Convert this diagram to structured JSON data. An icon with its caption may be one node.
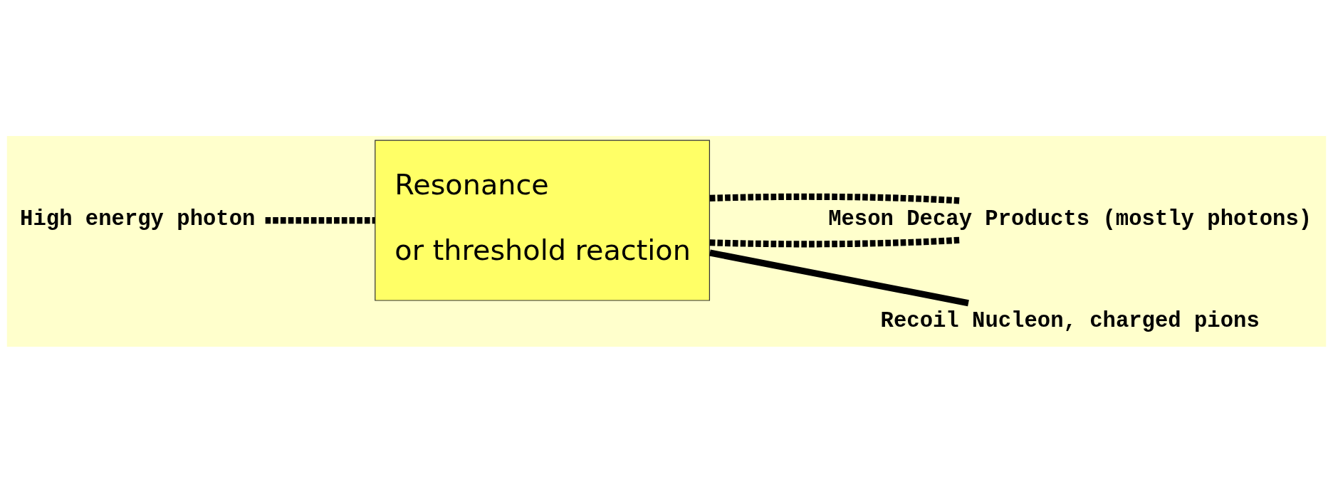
{
  "diagram": {
    "nodes": [
      {
        "text": [
          "Meson Decay Products (mostly photons)"
        ]
      },
      {
        "text": [
          "Resonance",
          "or threshold reaction"
        ]
      },
      {
        "text": [
          "High energy photon"
        ]
      },
      {
        "text": [
          "Recoil Nucleon, charged pions"
        ]
      }
    ],
    "edges": [
      {
        "from": 2,
        "to": 1,
        "arrow": "none",
        "style": "dashed"
      },
      {
        "from": 1,
        "to": 0,
        "arrow": "none",
        "style": "dashed"
      },
      {
        "from": 1,
        "to": 0,
        "arrow": "none",
        "style": "dashed"
      },
      {
        "from": 1,
        "to": 3,
        "arrow": "none"
      }
    ]
  }
}
